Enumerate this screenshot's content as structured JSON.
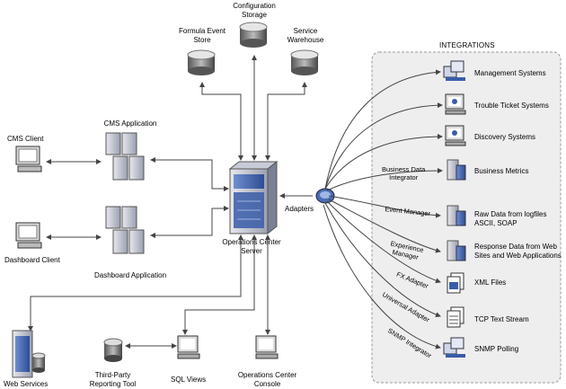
{
  "nodes": {
    "formula_store": "Formula Event\nStore",
    "config_storage": "Configuration\nStorage",
    "service_warehouse": "Service\nWarehouse",
    "cms_client": "CMS Client",
    "cms_application": "CMS Application",
    "dashboard_client": "Dashboard Client",
    "dashboard_application": "Dashboard Application",
    "ops_center_server": "Operations Center\nServer",
    "adapters": "Adapters",
    "web_services": "Web Services",
    "reporting_tool": "Third-Party\nReporting Tool",
    "sql_views": "SQL Views",
    "ops_center_console": "Operations Center\nConsole"
  },
  "integrations": {
    "title": "INTEGRATIONS",
    "items": [
      {
        "label": "Management Systems",
        "icon": "network-icon"
      },
      {
        "label": "Trouble Ticket Systems",
        "icon": "monitor-icon"
      },
      {
        "label": "Discovery Systems",
        "icon": "monitor-icon"
      },
      {
        "label": "Business Metrics",
        "icon": "server-icon"
      },
      {
        "label": "Raw Data from logfiles\nASCII, SOAP",
        "icon": "server-icon"
      },
      {
        "label": "Response Data from Web\nSites and Web Applications",
        "icon": "server-icon"
      },
      {
        "label": "XML Files",
        "icon": "document-icon"
      },
      {
        "label": "TCP Text Stream",
        "icon": "document-icon"
      },
      {
        "label": "SNMP Polling",
        "icon": "network-icon"
      }
    ],
    "edge_labels": [
      "Business Data\nIntegrator",
      "Event Manager",
      "Experience\nManager",
      "FX Adapter",
      "Universal Adapter",
      "SNMP Integrator"
    ]
  },
  "colors": {
    "panel_fill": "#eeeeee",
    "panel_border": "#999999",
    "line": "#444444",
    "server_blue": "#3a5da8"
  }
}
